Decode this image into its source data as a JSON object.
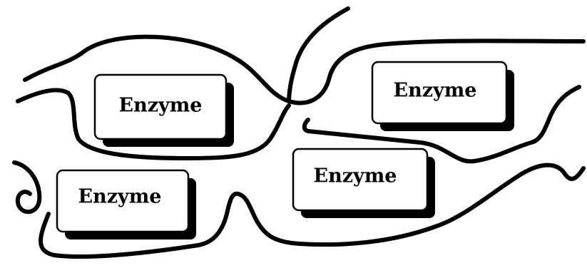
{
  "diagram": {
    "labels": {
      "enzyme_1": "Enzyme",
      "enzyme_2": "Enzyme",
      "enzyme_3": "Enzyme",
      "enzyme_4": "Enzyme"
    }
  },
  "colors": {
    "stroke": "#000000",
    "background": "#ffffff"
  }
}
